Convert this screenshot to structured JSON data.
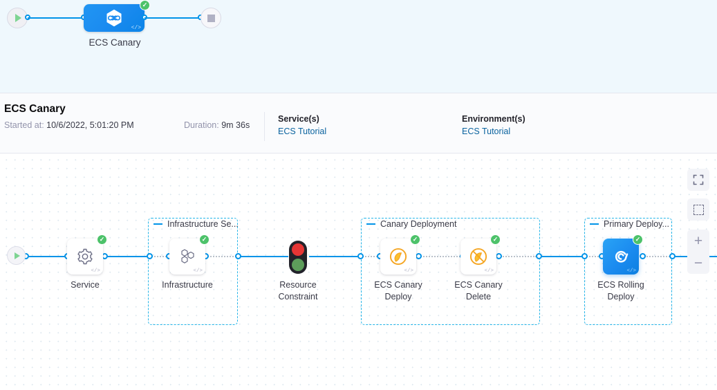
{
  "minimap": {
    "start_icon": "play-icon",
    "end_icon": "stop-icon",
    "node": {
      "label": "ECS Canary",
      "icon": "harness-hexagon-icon",
      "code_badge": "</>",
      "status": "success"
    }
  },
  "info": {
    "title": "ECS Canary",
    "started_label": "Started at",
    "started_value": "10/6/2022, 5:01:20 PM",
    "duration_label": "Duration",
    "duration_value": "9m 36s",
    "services_header": "Service(s)",
    "services_value": "ECS Tutorial",
    "environments_header": "Environment(s)",
    "environments_value": "ECS Tutorial"
  },
  "canvas": {
    "start_icon": "play-icon",
    "groups": [
      {
        "label": "Infrastructure Se...",
        "toggle": "collapse-dash-icon"
      },
      {
        "label": "Canary Deployment",
        "toggle": "collapse-dash-icon"
      },
      {
        "label": "Primary Deploy...",
        "toggle": "collapse-dash-icon"
      }
    ],
    "nodes": [
      {
        "label": "Service",
        "icon": "gear-icon",
        "code_badge": "</>",
        "status": "success"
      },
      {
        "label": "Infrastructure",
        "icon": "hexagon-cluster-icon",
        "code_badge": "</>",
        "status": "success"
      },
      {
        "label": "Resource Constraint",
        "label_line1": "Resource",
        "label_line2": "Constraint",
        "icon": "traffic-light-icon",
        "status": "none"
      },
      {
        "label": "ECS Canary Deploy",
        "label_line1": "ECS Canary",
        "label_line2": "Deploy",
        "icon": "canary-bird-icon",
        "code_badge": "</>",
        "status": "success"
      },
      {
        "label": "ECS Canary Delete",
        "label_line1": "ECS Canary",
        "label_line2": "Delete",
        "icon": "canary-bird-delete-icon",
        "code_badge": "</>",
        "status": "success"
      },
      {
        "label": "ECS Rolling Deploy",
        "label_line1": "ECS Rolling",
        "label_line2": "Deploy",
        "icon": "ecs-rolling-deploy-icon",
        "code_badge": "</>",
        "status": "success",
        "selected": true
      }
    ],
    "controls": [
      {
        "name": "expand-fullscreen-button",
        "icon": "expand-corners-icon"
      },
      {
        "name": "fit-to-screen-button",
        "icon": "dashed-square-icon"
      },
      {
        "name": "zoom-in-button",
        "icon": "plus-icon",
        "label": "+"
      },
      {
        "name": "zoom-out-button",
        "icon": "minus-icon",
        "label": "−"
      }
    ]
  },
  "colors": {
    "accent_blue": "#0093e8",
    "node_blue": "#1b8bf0",
    "success_green": "#4dc26a",
    "canary_orange": "#f5a623",
    "link_blue": "#0a639f",
    "group_border": "#23b4e8"
  }
}
